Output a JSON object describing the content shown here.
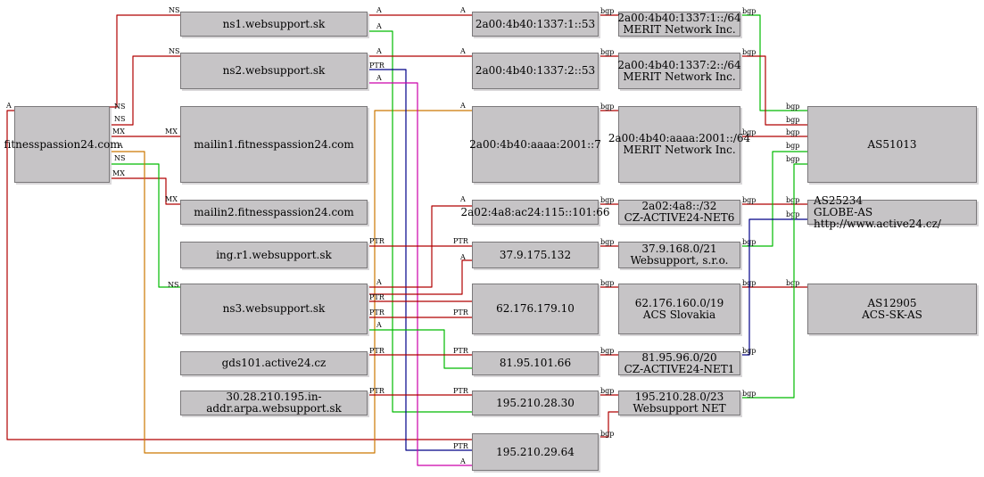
{
  "nodes": {
    "fitnesspassion24": "fitnesspassion24.com",
    "ns1": "ns1.websupport.sk",
    "ns2": "ns2.websupport.sk",
    "mailin1": "mailin1.fitnesspassion24.com",
    "mailin2": "mailin2.fitnesspassion24.com",
    "ingr1": "ing.r1.websupport.sk",
    "ns3": "ns3.websupport.sk",
    "gds101": "gds101.active24.cz",
    "arpa": "30.28.210.195.in-addr.arpa.websupport.sk",
    "ip_ns1": "2a00:4b40:1337:1::53",
    "ip_ns2": "2a00:4b40:1337:2::53",
    "ip_mail": "2a00:4b40:aaaa:2001::7",
    "ip_ac24": "2a02:4a8:ac24:115::101:66",
    "ip_37": "37.9.175.132",
    "ip_62": "62.176.179.10",
    "ip_81": "81.95.101.66",
    "ip_19528": "195.210.28.30",
    "ip_19529": "195.210.29.64",
    "net1": "2a00:4b40:1337:1::/64\nMERIT Network Inc.",
    "net2": "2a00:4b40:1337:2::/64\nMERIT Network Inc.",
    "net3": "2a00:4b40:aaaa:2001::/64\nMERIT Network Inc.",
    "net4": "2a02:4a8::/32\nCZ-ACTIVE24-NET6",
    "net5": "37.9.168.0/21\nWebsupport, s.r.o.",
    "net6": "62.176.160.0/19\nACS Slovakia",
    "net7": "81.95.96.0/20\nCZ-ACTIVE24-NET1",
    "net8": "195.210.28.0/23\nWebsupport NET",
    "as51013": "AS51013",
    "as25234": "AS25234\nGLOBE-AS http://www.active24.cz/",
    "as12905": "AS12905\nACS-SK-AS"
  },
  "edge_labels": {
    "ns": "NS",
    "a": "A",
    "mx": "MX",
    "ptr": "PTR",
    "bgp": "bgp"
  },
  "colors": {
    "red": "#b00000",
    "green": "#00bb00",
    "navy": "#000088",
    "magenta": "#cc00aa",
    "orange": "#cc7700",
    "node_fill": "#c6c4c6",
    "node_border": "#7a787a"
  }
}
